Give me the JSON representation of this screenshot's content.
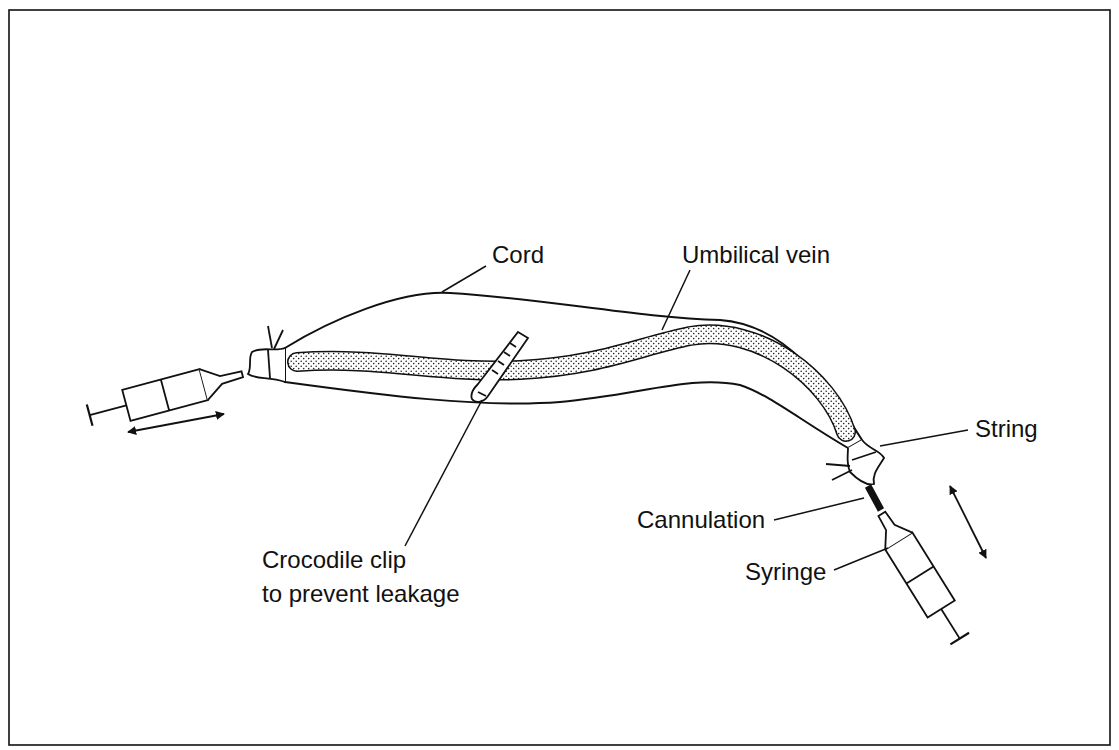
{
  "diagram": {
    "labels": [
      "Cord",
      "Umbilical vein",
      "Crocodile clip to prevent leakage",
      "String",
      "Cannulation",
      "Syringe"
    ]
  }
}
